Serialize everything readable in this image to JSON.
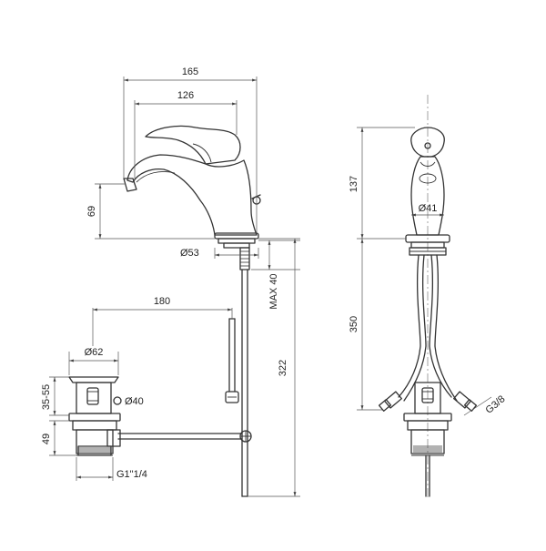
{
  "dimensions": {
    "width_overall": "165",
    "spout_reach": "126",
    "spout_height": "69",
    "base_diameter": "Ø53",
    "max_thickness": "MAX 40",
    "rod_length": "180",
    "total_height": "322",
    "waste_diameter": "Ø62",
    "hole_diameter": "Ø40",
    "stroke_range": "35-55",
    "waste_height": "49",
    "waste_thread": "G1\"1/4",
    "body_height": "137",
    "body_diameter": "Ø41",
    "hose_length": "350",
    "hose_thread": "G3/8"
  }
}
